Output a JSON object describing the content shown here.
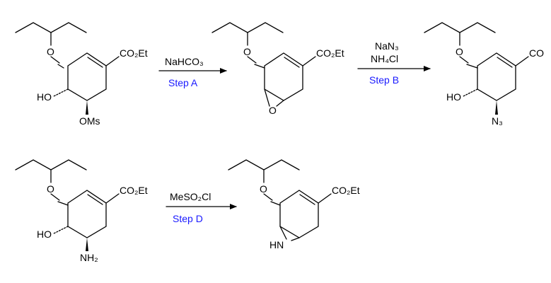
{
  "colors": {
    "bond": "#000000",
    "step_label": "#1a1aff",
    "background": "#ffffff"
  },
  "molecules": [
    {
      "labels": {
        "ether_o": "O",
        "ester": "CO₂Et",
        "hydroxyl": "HO",
        "leaving_group": "OMs"
      }
    },
    {
      "labels": {
        "ether_o": "O",
        "ester": "CO₂Et",
        "epoxide_o": "O"
      }
    },
    {
      "labels": {
        "ether_o": "O",
        "ester": "CO",
        "hydroxyl": "HO",
        "azide": "N₃"
      }
    },
    {
      "labels": {
        "ether_o": "O",
        "ester": "CO₂Et",
        "hydroxyl": "HO",
        "amine": "NH₂"
      }
    },
    {
      "labels": {
        "ether_o": "O",
        "ester": "CO₂Et",
        "aziridine_n": "HN"
      }
    }
  ],
  "reactions": [
    {
      "reagent_lines": [
        "NaHCO₃"
      ],
      "step": "Step A"
    },
    {
      "reagent_lines": [
        "NaN₃",
        "NH₄Cl"
      ],
      "step": "Step B"
    },
    {
      "reagent_lines": [
        "MeSO₂Cl"
      ],
      "step": "Step D"
    }
  ]
}
